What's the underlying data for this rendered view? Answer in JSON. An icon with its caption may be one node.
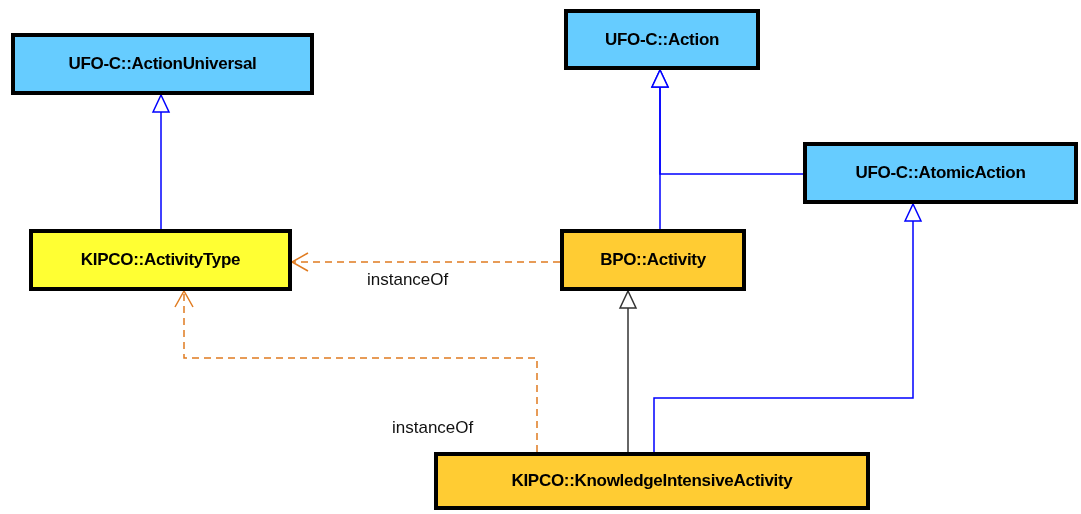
{
  "diagram": {
    "nodes": [
      {
        "text": [
          "UFO-C::ActionUniversal"
        ]
      },
      {
        "text": [
          "UFO-C::Action"
        ]
      },
      {
        "text": [
          "UFO-C::AtomicAction"
        ]
      },
      {
        "text": [
          "KIPCO::ActivityType"
        ]
      },
      {
        "text": [
          "BPO::Activity"
        ]
      },
      {
        "text": [
          "KIPCO::KnowledgeIntensiveActivity"
        ]
      }
    ],
    "edges": [
      {
        "from": 3,
        "to": 0,
        "arrow": "to"
      },
      {
        "from": 4,
        "to": 1,
        "arrow": "to"
      },
      {
        "from": 2,
        "to": 1,
        "arrow": "to"
      },
      {
        "from": 5,
        "to": 4,
        "arrow": "to",
        "color": "#333333"
      },
      {
        "from": 5,
        "to": 2,
        "arrow": "to"
      },
      {
        "from": 4,
        "to": 3,
        "arrow": "to",
        "label": "instanceOf",
        "style": "dashed",
        "color": "#e07b20"
      },
      {
        "from": 5,
        "to": 3,
        "arrow": "to",
        "label": "instanceOf",
        "style": "dashed",
        "color": "#e07b20"
      }
    ]
  }
}
